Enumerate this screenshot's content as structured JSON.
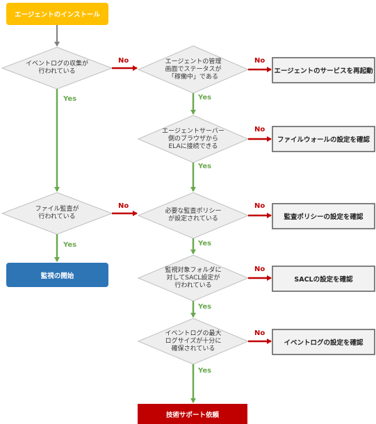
{
  "nodes": {
    "start": "エージェントのインストール",
    "d_event_collect": "イベントログの収集が\n行われている",
    "d_agent_status": "エージェントの管理\n画面でステータスが\n「稼働中」である",
    "d_browser_ela": "エージェントサーバー\n側のブラウザから\nELAに接続できる",
    "d_file_audit": "ファイル監査が\n行われている",
    "d_audit_policy": "必要な監査ポリシー\nが設定されている",
    "d_sacl": "監視対象フォルダに\n対してSACL設定が\n行われている",
    "d_event_size": "イベントログの最大\nログサイズが十分に\n確保されている",
    "act_restart": "エージェントのサービスを再起動",
    "act_firewall": "ファイルウォールの設定を確認",
    "act_policy": "監査ポリシーの設定を確認",
    "act_sacl": "SACLの設定を確認",
    "act_eventlog": "イベントログの設定を確認",
    "start_monitoring": "監視の開始",
    "support": "技術サポート依頼"
  },
  "labels": {
    "yes": "Yes",
    "no": "No"
  },
  "colors": {
    "start_fill": "#ffc000",
    "monitor_fill": "#2e75b6",
    "support_fill": "#c00000",
    "diamond_fill": "#eeeeee",
    "diamond_stroke": "#bfbfbf",
    "box_fill": "#f2f2f2",
    "box_stroke": "#595959",
    "yes_color": "#6aa84f",
    "no_color": "#c00000",
    "start_arrow": "#7f7f7f"
  }
}
